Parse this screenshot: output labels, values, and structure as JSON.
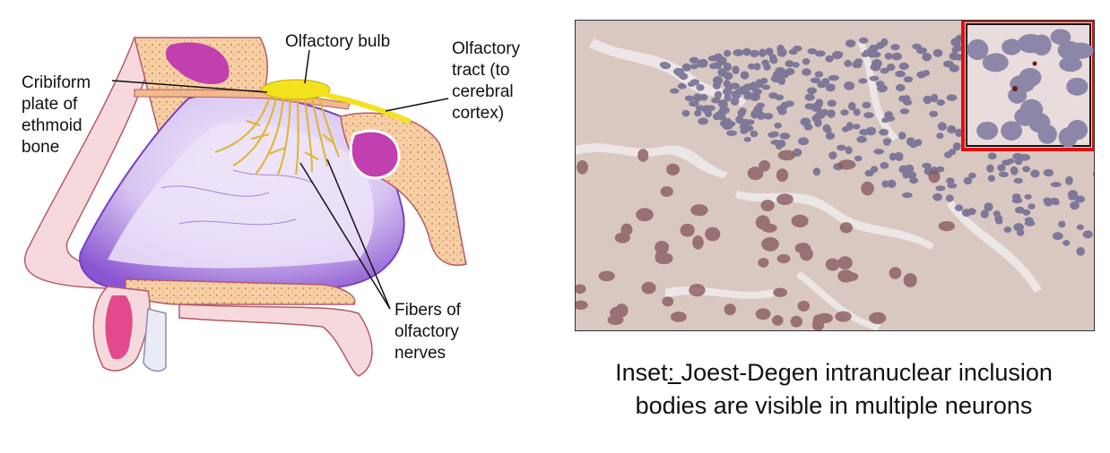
{
  "diagram": {
    "labels": {
      "olfactory_bulb": "Olfactory bulb",
      "cribiform_1": "Cribiform",
      "cribiform_2": "plate of",
      "cribiform_3": "ethmoid",
      "cribiform_4": "bone",
      "tract_1": "Olfactory",
      "tract_2": "tract (to",
      "tract_3": "cerebral",
      "tract_4": "cortex)",
      "fibers_1": "Fibers of",
      "fibers_2": "olfactory",
      "fibers_3": "nerves"
    },
    "colors": {
      "bone": "#f5c9a0",
      "bone_dots": "#c8873f",
      "mucosa": "#f4d2d8",
      "cavity": "#9b6fd8",
      "cavity_light": "#e7dcf6",
      "sinus": "#c83fb6",
      "bulb": "#f2e020",
      "nerve": "#e0b020"
    }
  },
  "micrograph": {
    "colors": {
      "background": "#d9c9c2",
      "nuclei": "#6f6a90",
      "inclusion_cells": "#8a5a5a",
      "inset_border": "#e01010"
    }
  },
  "caption": {
    "line1_prefix": "Inset",
    "line1_underlined": ": ",
    "line1_rest": "Joest-Degen intranuclear inclusion",
    "line2": "bodies are visible in multiple neurons"
  }
}
